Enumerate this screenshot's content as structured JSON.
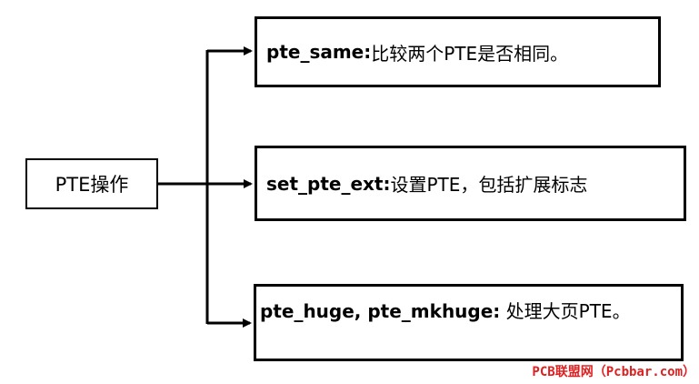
{
  "root": {
    "label": "PTE操作"
  },
  "nodes": [
    {
      "key": "pte_same:",
      "desc": " 比较两个PTE是否相同。"
    },
    {
      "key": "set_pte_ext:",
      "desc": " 设置PTE，包括扩展标志"
    },
    {
      "key": "pte_huge, pte_mkhuge:",
      "desc": " 处理大页PTE。"
    }
  ],
  "watermark": "PCB联盟网（Pcbbar.com）",
  "colors": {
    "line": "#000000",
    "watermark": "#e02020"
  }
}
